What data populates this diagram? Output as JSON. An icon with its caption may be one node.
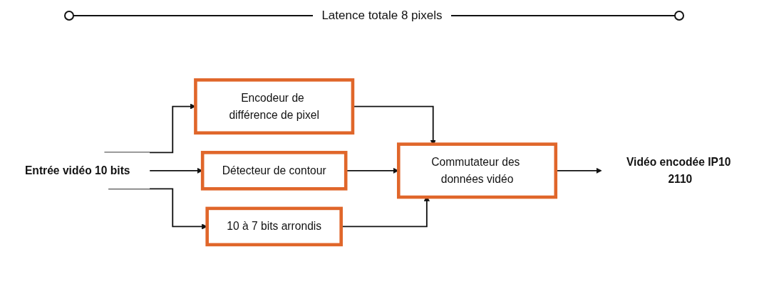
{
  "diagram": {
    "nodes": [
      {
        "text": [
          "Entrée vidéo 10 bits"
        ]
      },
      {
        "text": [
          "Encodeur de différence de pixel"
        ]
      },
      {
        "text": [
          "Détecteur de contour"
        ]
      },
      {
        "text": [
          "10 à 7 bits arrondis"
        ]
      },
      {
        "text": [
          "Commutateur des données vidéo"
        ]
      },
      {
        "text": [
          "Vidéo encodée IP10 2110"
        ]
      }
    ],
    "edges": [
      {
        "from": 0,
        "to": 1,
        "arrow": "to"
      },
      {
        "from": 0,
        "to": 2,
        "arrow": "to"
      },
      {
        "from": 0,
        "to": 3,
        "arrow": "to"
      },
      {
        "from": 1,
        "to": 4,
        "arrow": "to"
      },
      {
        "from": 2,
        "to": 4,
        "arrow": "to"
      },
      {
        "from": 3,
        "to": 4,
        "arrow": "to"
      },
      {
        "from": 4,
        "to": 5,
        "arrow": "to"
      }
    ],
    "labels": [
      "Latence totale 8 pixels"
    ]
  }
}
